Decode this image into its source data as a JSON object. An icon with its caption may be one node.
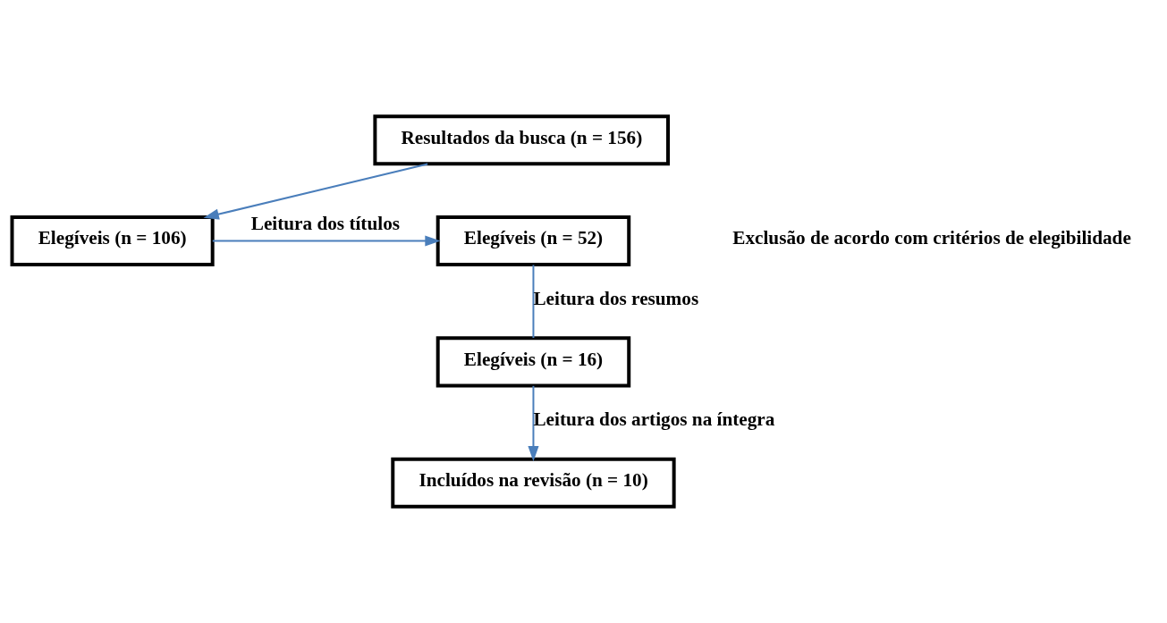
{
  "diagram": {
    "nodes": [
      {
        "text": [
          "Resultados da busca (n = 156)"
        ]
      },
      {
        "text": [
          "Elegíveis (n = 106)"
        ]
      },
      {
        "text": [
          "Elegíveis (n = 52)"
        ]
      },
      {
        "text": [
          "Elegíveis (n = 16)"
        ]
      },
      {
        "text": [
          "Incluídos na revisão (n = 10)"
        ]
      }
    ],
    "edges": [
      {
        "from": 0,
        "to": 1,
        "arrow": "to"
      },
      {
        "from": 1,
        "to": 2,
        "arrow": "to",
        "label": "Leitura dos títulos"
      },
      {
        "from": 2,
        "to": 3,
        "arrow": "none",
        "label": "Leitura dos resumos"
      },
      {
        "from": 3,
        "to": 4,
        "arrow": "to",
        "label": "Leitura dos artigos na íntegra"
      }
    ],
    "labels": [
      "Exclusão de acordo com critérios de elegibilidade"
    ]
  }
}
